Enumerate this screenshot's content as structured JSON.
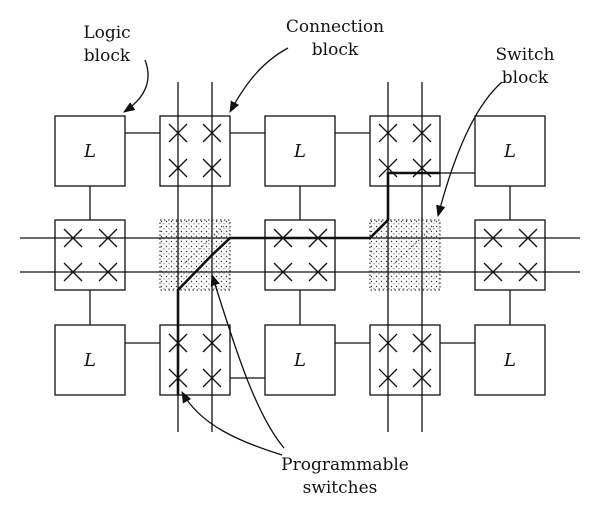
{
  "labels": {
    "logic_block": [
      "Logic",
      "block"
    ],
    "connection_block": [
      "Connection",
      "block"
    ],
    "switch_block": [
      "Switch",
      "block"
    ],
    "programmable_switches": [
      "Programmable",
      "switches"
    ]
  },
  "block_letter": "L"
}
